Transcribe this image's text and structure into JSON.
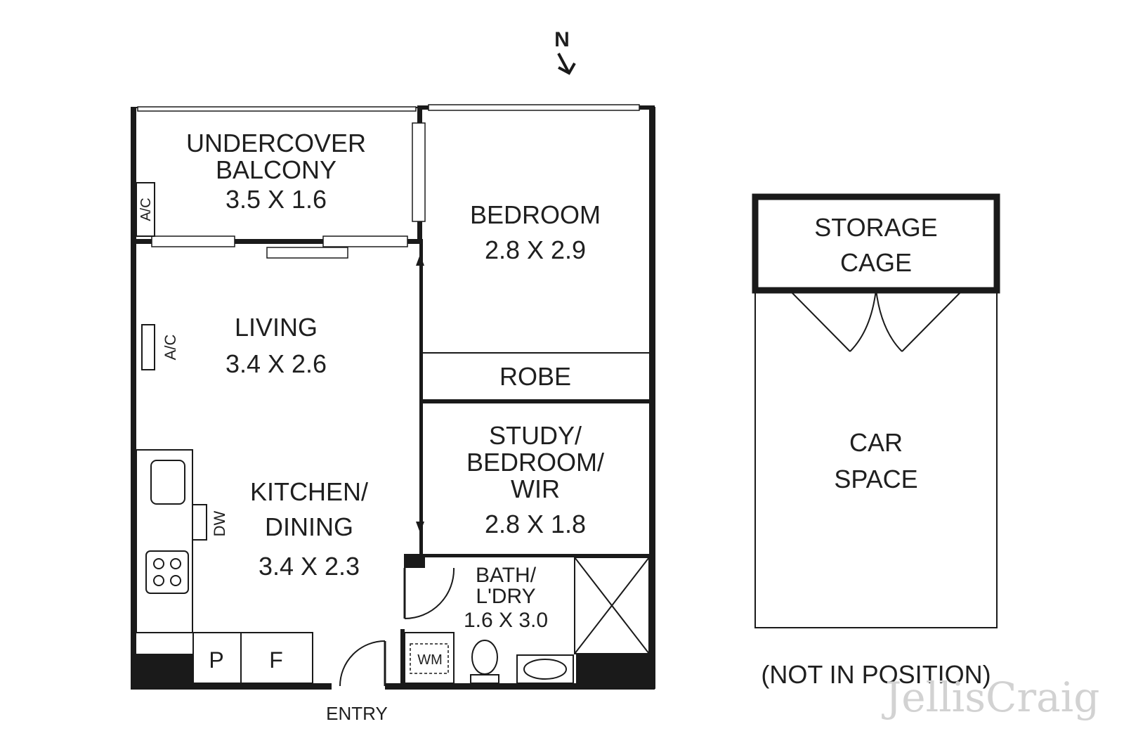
{
  "compass": {
    "label": "N"
  },
  "rooms": {
    "balcony": {
      "line1": "UNDERCOVER",
      "line2": "BALCONY",
      "dims": "3.5 X 1.6"
    },
    "bedroom": {
      "name": "BEDROOM",
      "dims": "2.8 X 2.9"
    },
    "living": {
      "name": "LIVING",
      "dims": "3.4 X 2.6"
    },
    "robe": {
      "name": "ROBE"
    },
    "study": {
      "line1": "STUDY/",
      "line2": "BEDROOM/",
      "line3": "WIR",
      "dims": "2.8 X 1.8"
    },
    "kitchen": {
      "line1": "KITCHEN/",
      "line2": "DINING",
      "dims": "3.4 X 2.3"
    },
    "bath": {
      "line1": "BATH/",
      "line2": "L'DRY",
      "dims": "1.6 X 3.0"
    }
  },
  "fixtures": {
    "ac_balcony": "A/C",
    "ac_living": "A/C",
    "dishwasher": "DW",
    "washing_machine": "WM",
    "pantry": "P",
    "fridge": "F"
  },
  "entry_label": "ENTRY",
  "annex": {
    "storage_line1": "STORAGE",
    "storage_line2": "CAGE",
    "car_line1": "CAR",
    "car_line2": "SPACE",
    "note": "(NOT IN POSITION)"
  },
  "watermark": "JellisCraig"
}
